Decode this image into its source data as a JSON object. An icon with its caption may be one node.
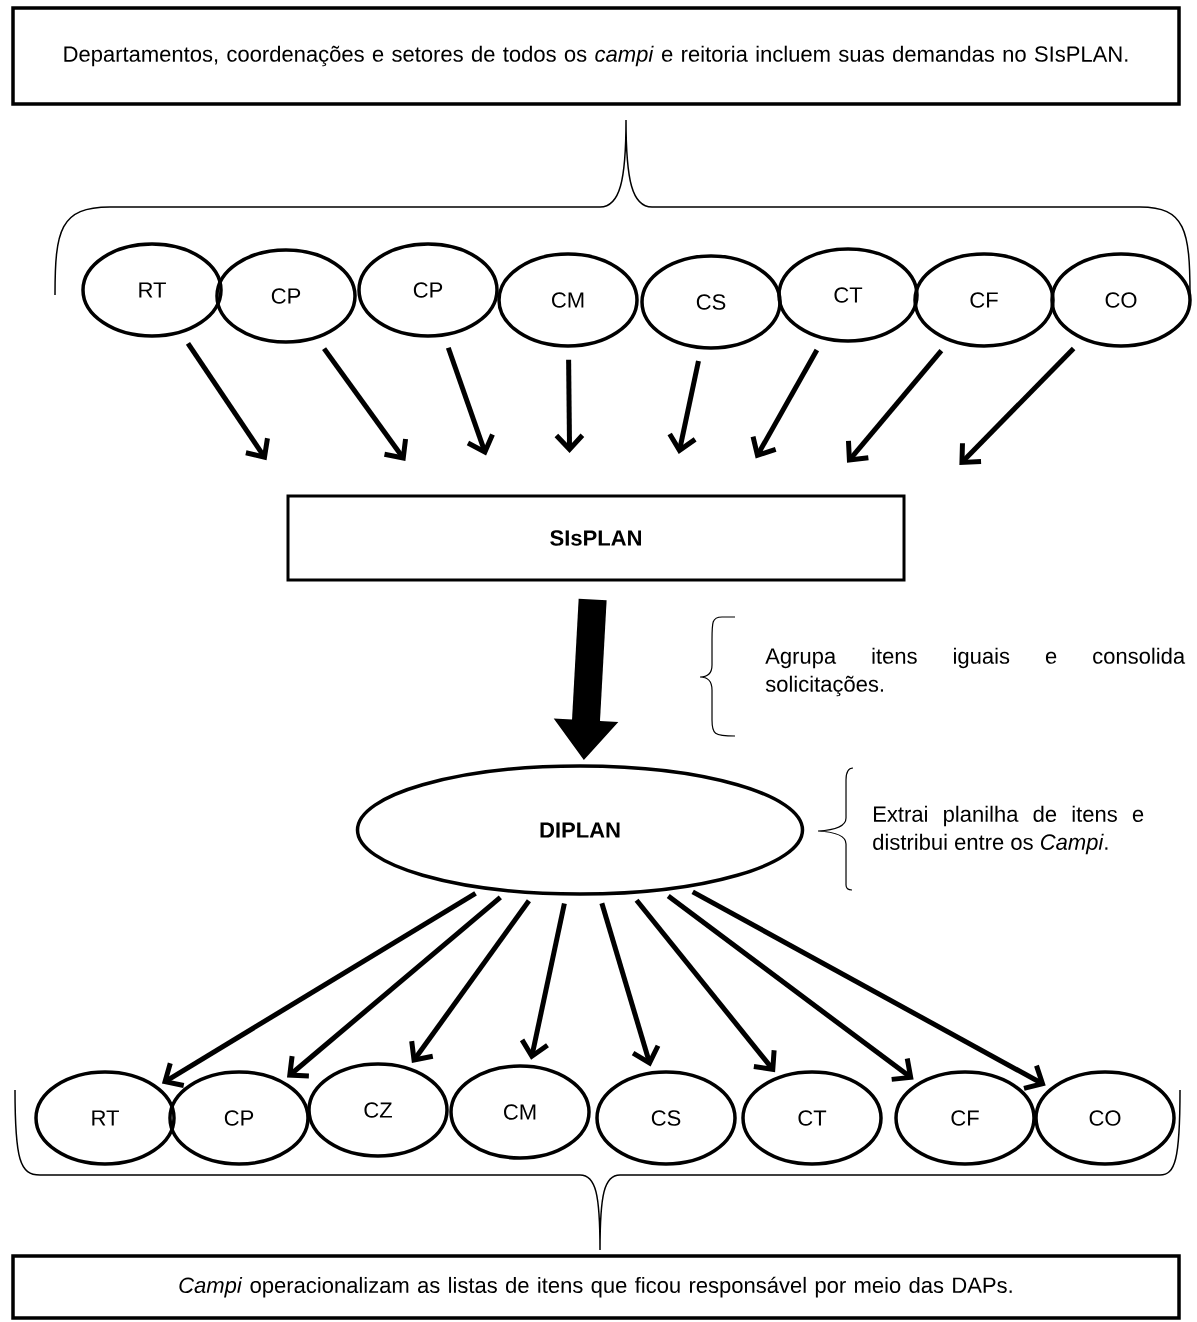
{
  "diagram": {
    "nodes": [
      {
        "text": [
          "Departamentos, coordenações e setores de todos os *campi* e reitoria incluem suas demandas no SIsPLAN."
        ]
      },
      {
        "text": [
          "RT"
        ]
      },
      {
        "text": [
          "CP"
        ]
      },
      {
        "text": [
          "CP"
        ]
      },
      {
        "text": [
          "CM"
        ]
      },
      {
        "text": [
          "CS"
        ]
      },
      {
        "text": [
          "CT"
        ]
      },
      {
        "text": [
          "CF"
        ]
      },
      {
        "text": [
          "CO"
        ]
      },
      {
        "text": [
          "SIsPLAN"
        ]
      },
      {
        "text": [
          "DIPLAN"
        ]
      },
      {
        "text": [
          "RT"
        ]
      },
      {
        "text": [
          "CP"
        ]
      },
      {
        "text": [
          "CZ"
        ]
      },
      {
        "text": [
          "CM"
        ]
      },
      {
        "text": [
          "CS"
        ]
      },
      {
        "text": [
          "CT"
        ]
      },
      {
        "text": [
          "CF"
        ]
      },
      {
        "text": [
          "CO"
        ]
      },
      {
        "text": [
          "*Campi* operacionalizam as listas de itens que ficou responsável por meio das DAPs."
        ]
      }
    ],
    "edges": [
      {
        "from": 1,
        "to": 9,
        "arrow": "to"
      },
      {
        "from": 2,
        "to": 9,
        "arrow": "to"
      },
      {
        "from": 3,
        "to": 9,
        "arrow": "to"
      },
      {
        "from": 4,
        "to": 9,
        "arrow": "to"
      },
      {
        "from": 5,
        "to": 9,
        "arrow": "to"
      },
      {
        "from": 6,
        "to": 9,
        "arrow": "to"
      },
      {
        "from": 7,
        "to": 9,
        "arrow": "to"
      },
      {
        "from": 8,
        "to": 9,
        "arrow": "to"
      },
      {
        "from": 9,
        "to": 10,
        "arrow": "to",
        "style": "thick"
      },
      {
        "from": 10,
        "to": 11,
        "arrow": "to"
      },
      {
        "from": 10,
        "to": 12,
        "arrow": "to"
      },
      {
        "from": 10,
        "to": 13,
        "arrow": "to"
      },
      {
        "from": 10,
        "to": 14,
        "arrow": "to"
      },
      {
        "from": 10,
        "to": 15,
        "arrow": "to"
      },
      {
        "from": 10,
        "to": 16,
        "arrow": "to"
      },
      {
        "from": 10,
        "to": 17,
        "arrow": "to"
      },
      {
        "from": 10,
        "to": 18,
        "arrow": "to"
      }
    ],
    "labels": [
      "Agrupa itens iguais e consolida solicitações.",
      "Extrai planilha de itens e distribui entre os *Campi*."
    ]
  }
}
